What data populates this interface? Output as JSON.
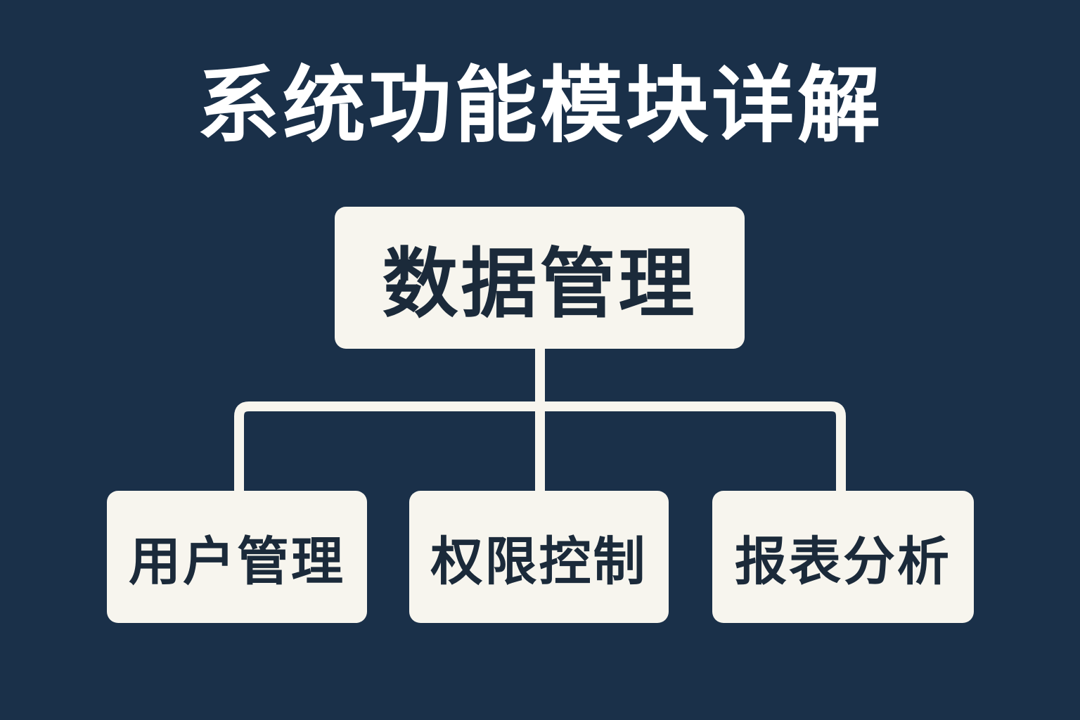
{
  "title": "系统功能模块详解",
  "root": {
    "label": "数据管理"
  },
  "children": [
    {
      "label": "用户管理"
    },
    {
      "label": "权限控制"
    },
    {
      "label": "报表分析"
    }
  ],
  "colors": {
    "background": "#1a3049",
    "box": "#f7f5ee",
    "text": "#1b2a3a",
    "connector": "#f7f5ee"
  }
}
